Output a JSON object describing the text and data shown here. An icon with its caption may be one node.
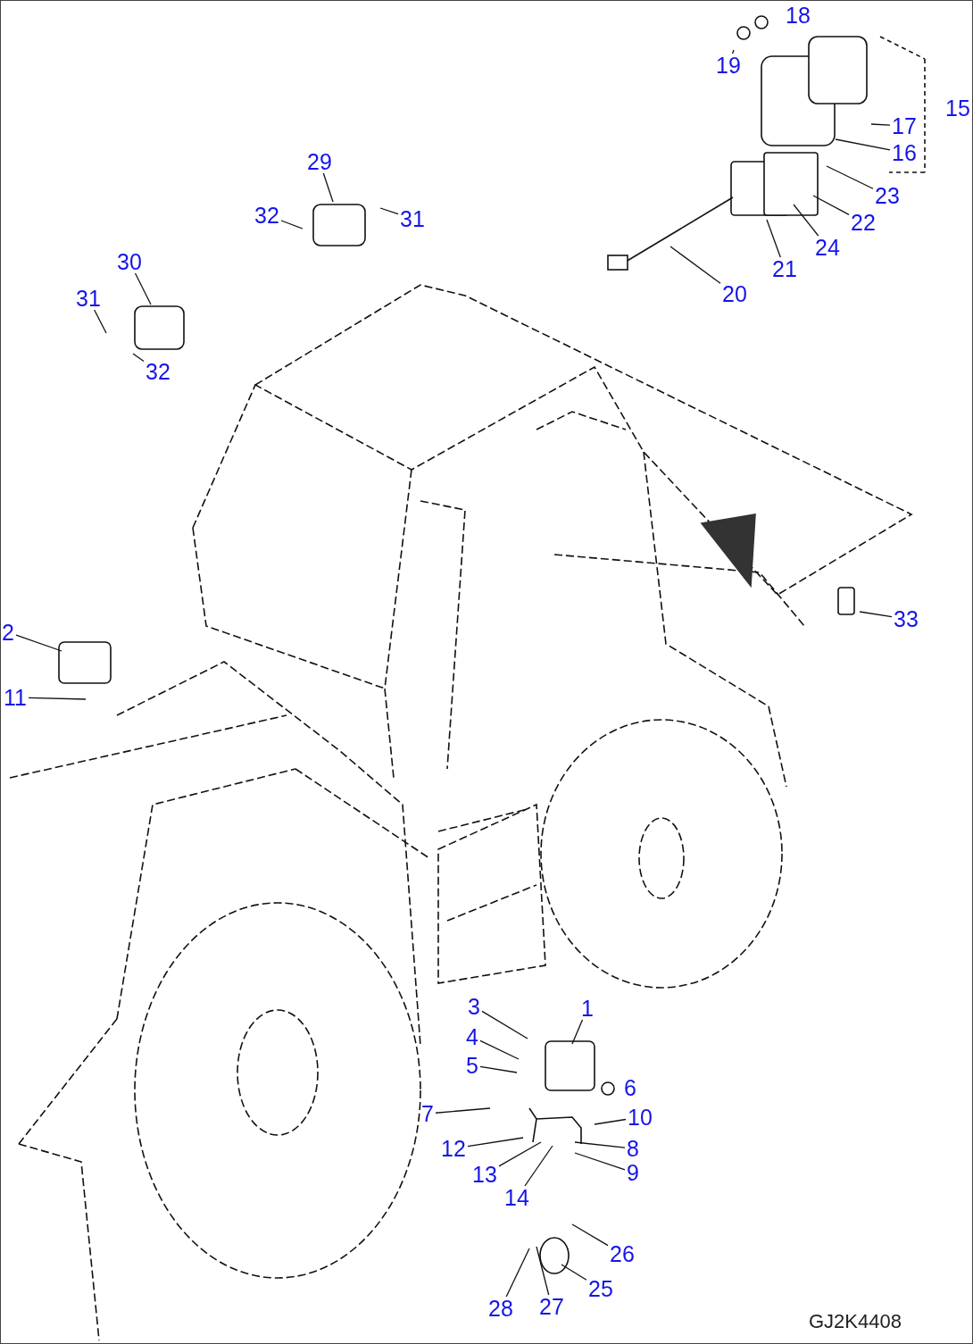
{
  "diagram": {
    "nodes": [
      {
        "text": [
          "29"
        ]
      },
      {
        "text": [
          "32"
        ]
      },
      {
        "text": [
          "31"
        ]
      },
      {
        "text": [
          "19"
        ]
      },
      {
        "text": [
          "17"
        ]
      },
      {
        "text": [
          "16"
        ]
      },
      {
        "text": [
          "23"
        ]
      },
      {
        "text": [
          "22"
        ]
      },
      {
        "text": [
          "24"
        ]
      },
      {
        "text": [
          "21"
        ]
      },
      {
        "text": [
          "20"
        ]
      },
      {
        "text": [
          "30"
        ]
      },
      {
        "text": [
          "31"
        ]
      },
      {
        "text": [
          "32"
        ]
      },
      {
        "text": [
          "33"
        ]
      },
      {
        "text": [
          "2"
        ]
      },
      {
        "text": [
          "11"
        ]
      },
      {
        "text": [
          "1"
        ]
      },
      {
        "text": [
          "3"
        ]
      },
      {
        "text": [
          "4"
        ]
      },
      {
        "text": [
          "5"
        ]
      },
      {
        "text": [
          "7"
        ]
      },
      {
        "text": [
          "10"
        ]
      },
      {
        "text": [
          "12"
        ]
      },
      {
        "text": [
          "8"
        ]
      },
      {
        "text": [
          "9"
        ]
      },
      {
        "text": [
          "13"
        ]
      },
      {
        "text": [
          "14"
        ]
      },
      {
        "text": [
          "26"
        ]
      },
      {
        "text": [
          "25"
        ]
      },
      {
        "text": [
          "28"
        ]
      },
      {
        "text": [
          "27"
        ]
      }
    ],
    "edges": [
      {
        "from": 0,
        "to": null,
        "arrow": "none"
      },
      {
        "from": 1,
        "to": null,
        "arrow": "none"
      },
      {
        "from": 2,
        "to": null,
        "arrow": "none"
      },
      {
        "from": 3,
        "to": null,
        "arrow": "none"
      },
      {
        "from": 4,
        "to": null,
        "arrow": "none"
      },
      {
        "from": 5,
        "to": null,
        "arrow": "none"
      },
      {
        "from": 6,
        "to": null,
        "arrow": "none"
      },
      {
        "from": 7,
        "to": null,
        "arrow": "none"
      },
      {
        "from": 8,
        "to": null,
        "arrow": "none"
      },
      {
        "from": 9,
        "to": null,
        "arrow": "none"
      },
      {
        "from": 10,
        "to": null,
        "arrow": "none"
      },
      {
        "from": 11,
        "to": null,
        "arrow": "none"
      },
      {
        "from": 12,
        "to": null,
        "arrow": "none"
      },
      {
        "from": 13,
        "to": null,
        "arrow": "none"
      },
      {
        "from": 14,
        "to": null,
        "arrow": "none"
      },
      {
        "from": 15,
        "to": null,
        "arrow": "none"
      },
      {
        "from": 16,
        "to": null,
        "arrow": "none"
      },
      {
        "from": 17,
        "to": null,
        "arrow": "none"
      },
      {
        "from": 18,
        "to": null,
        "arrow": "none"
      },
      {
        "from": 19,
        "to": null,
        "arrow": "none"
      },
      {
        "from": 20,
        "to": null,
        "arrow": "none"
      },
      {
        "from": 21,
        "to": null,
        "arrow": "none"
      },
      {
        "from": 22,
        "to": null,
        "arrow": "none"
      },
      {
        "from": 23,
        "to": null,
        "arrow": "none"
      },
      {
        "from": 24,
        "to": null,
        "arrow": "none"
      },
      {
        "from": 25,
        "to": null,
        "arrow": "none"
      },
      {
        "from": 26,
        "to": null,
        "arrow": "none"
      },
      {
        "from": 27,
        "to": null,
        "arrow": "none"
      },
      {
        "from": 28,
        "to": null,
        "arrow": "none"
      },
      {
        "from": 29,
        "to": null,
        "arrow": "none"
      },
      {
        "from": 30,
        "to": null,
        "arrow": "none"
      },
      {
        "from": 31,
        "to": null,
        "arrow": "none"
      }
    ],
    "labels": [
      "18",
      "15",
      "6",
      "GJ2K4408"
    ]
  }
}
